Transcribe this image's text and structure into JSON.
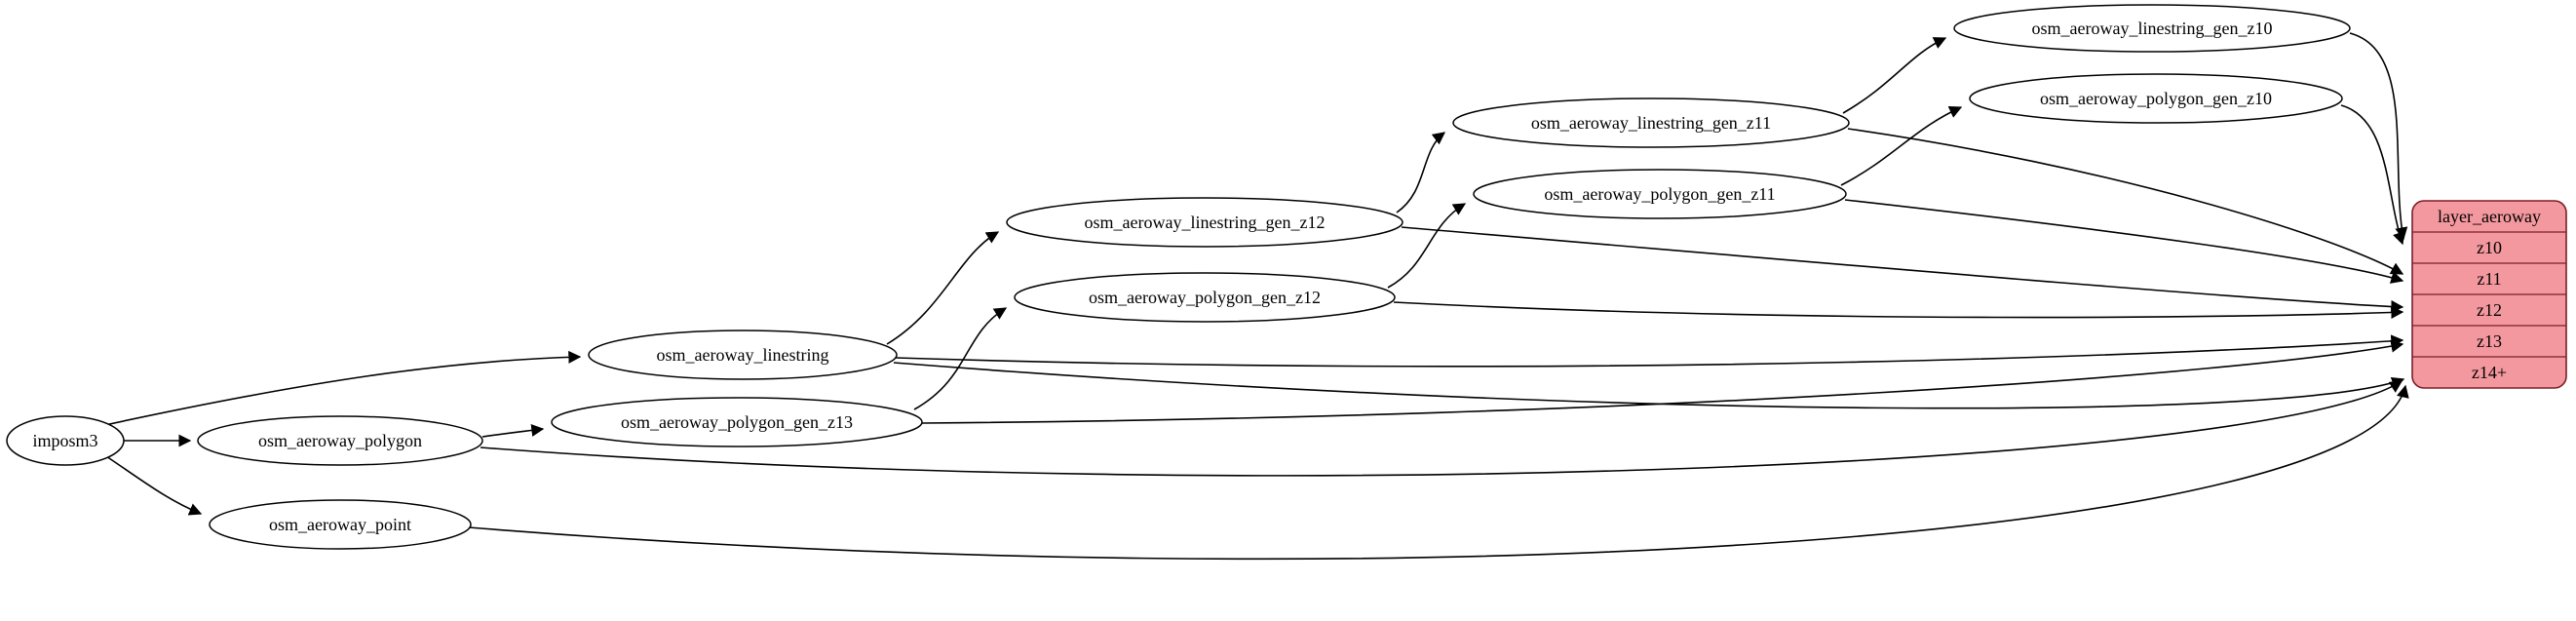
{
  "graph": {
    "nodes": {
      "imposm3": {
        "label": "imposm3"
      },
      "osm_aeroway_polygon": {
        "label": "osm_aeroway_polygon"
      },
      "osm_aeroway_point": {
        "label": "osm_aeroway_point"
      },
      "osm_aeroway_linestring": {
        "label": "osm_aeroway_linestring"
      },
      "osm_aeroway_polygon_gen_z13": {
        "label": "osm_aeroway_polygon_gen_z13"
      },
      "osm_aeroway_linestring_gen_z12": {
        "label": "osm_aeroway_linestring_gen_z12"
      },
      "osm_aeroway_polygon_gen_z12": {
        "label": "osm_aeroway_polygon_gen_z12"
      },
      "osm_aeroway_linestring_gen_z11": {
        "label": "osm_aeroway_linestring_gen_z11"
      },
      "osm_aeroway_polygon_gen_z11": {
        "label": "osm_aeroway_polygon_gen_z11"
      },
      "osm_aeroway_linestring_gen_z10": {
        "label": "osm_aeroway_linestring_gen_z10"
      },
      "osm_aeroway_polygon_gen_z10": {
        "label": "osm_aeroway_polygon_gen_z10"
      }
    },
    "layer_table": {
      "title": "layer_aeroway",
      "rows": [
        "z10",
        "z11",
        "z12",
        "z13",
        "z14+"
      ],
      "fill": "#f4989f",
      "border": "#7a1f28"
    },
    "colors": {
      "node_fill": "#ffffff",
      "node_border": "#000000",
      "edge": "#000000"
    },
    "edges": [
      {
        "from": "imposm3",
        "to": "osm_aeroway_polygon"
      },
      {
        "from": "imposm3",
        "to": "osm_aeroway_point"
      },
      {
        "from": "imposm3",
        "to": "osm_aeroway_linestring"
      },
      {
        "from": "osm_aeroway_polygon",
        "to": "osm_aeroway_polygon_gen_z13"
      },
      {
        "from": "osm_aeroway_polygon_gen_z13",
        "to": "osm_aeroway_polygon_gen_z12"
      },
      {
        "from": "osm_aeroway_polygon_gen_z12",
        "to": "osm_aeroway_polygon_gen_z11"
      },
      {
        "from": "osm_aeroway_polygon_gen_z11",
        "to": "osm_aeroway_polygon_gen_z10"
      },
      {
        "from": "osm_aeroway_linestring",
        "to": "osm_aeroway_linestring_gen_z12"
      },
      {
        "from": "osm_aeroway_linestring_gen_z12",
        "to": "osm_aeroway_linestring_gen_z11"
      },
      {
        "from": "osm_aeroway_linestring_gen_z11",
        "to": "osm_aeroway_linestring_gen_z10"
      },
      {
        "from": "osm_aeroway_linestring_gen_z10",
        "to": "layer_aeroway.z10"
      },
      {
        "from": "osm_aeroway_polygon_gen_z10",
        "to": "layer_aeroway.z10"
      },
      {
        "from": "osm_aeroway_linestring_gen_z11",
        "to": "layer_aeroway.z11"
      },
      {
        "from": "osm_aeroway_polygon_gen_z11",
        "to": "layer_aeroway.z11"
      },
      {
        "from": "osm_aeroway_linestring_gen_z12",
        "to": "layer_aeroway.z12"
      },
      {
        "from": "osm_aeroway_polygon_gen_z12",
        "to": "layer_aeroway.z12"
      },
      {
        "from": "osm_aeroway_linestring",
        "to": "layer_aeroway.z13"
      },
      {
        "from": "osm_aeroway_polygon_gen_z13",
        "to": "layer_aeroway.z13"
      },
      {
        "from": "osm_aeroway_linestring",
        "to": "layer_aeroway.z14+"
      },
      {
        "from": "osm_aeroway_polygon",
        "to": "layer_aeroway.z14+"
      },
      {
        "from": "osm_aeroway_point",
        "to": "layer_aeroway.z14+"
      }
    ]
  }
}
